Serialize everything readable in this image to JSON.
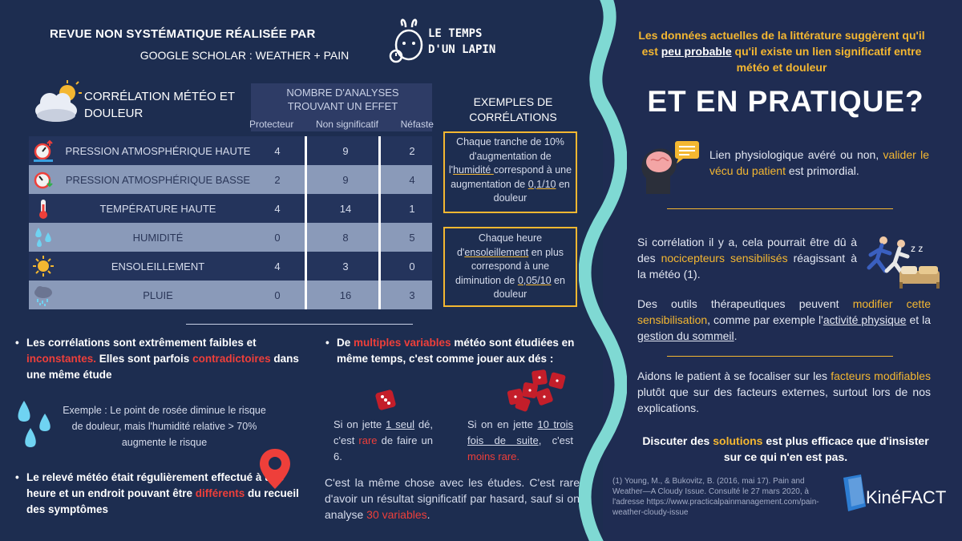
{
  "header": {
    "title": "REVUE NON SYSTÉMATIQUE RÉALISÉE PAR",
    "subtitle": "GOOGLE SCHOLAR : WEATHER + PAIN",
    "logo_line1": "LE TEMPS",
    "logo_line2": "D'UN LAPIN"
  },
  "table": {
    "title": "CORRÉLATION MÉTÉO ET DOULEUR",
    "group_header": "NOMBRE D'ANALYSES TROUVANT UN EFFET",
    "columns": [
      "Protecteur",
      "Non significatif",
      "Néfaste"
    ],
    "rows": [
      {
        "label": "PRESSION ATMOSPHÉRIQUE HAUTE",
        "protecteur": "4",
        "non_significatif": "9",
        "nefaste": "2"
      },
      {
        "label": "PRESSION ATMOSPHÉRIQUE BASSE",
        "protecteur": "2",
        "non_significatif": "9",
        "nefaste": "4"
      },
      {
        "label": "TEMPÉRATURE HAUTE",
        "protecteur": "4",
        "non_significatif": "14",
        "nefaste": "1"
      },
      {
        "label": "HUMIDITÉ",
        "protecteur": "0",
        "non_significatif": "8",
        "nefaste": "5"
      },
      {
        "label": "ENSOLEILLEMENT",
        "protecteur": "4",
        "non_significatif": "3",
        "nefaste": "0"
      },
      {
        "label": "PLUIE",
        "protecteur": "0",
        "non_significatif": "16",
        "nefaste": "3"
      }
    ]
  },
  "examples": {
    "title": "EXEMPLES DE CORRÉLATIONS",
    "box1": {
      "pre": "Chaque tranche de 10% d'augmentation de l'",
      "u1": "humidité ",
      "mid": "correspond à une augmentation de ",
      "u2": "0,1/10",
      "post": " en douleur"
    },
    "box2": {
      "pre": "Chaque heure d'",
      "u1": "ensoleillement",
      "mid": " en plus correspond à une diminution de ",
      "u2": "0,05/10",
      "post": " en douleur"
    }
  },
  "left_bullets": {
    "b1": {
      "p1": "Les corrélations sont extrêmement faibles et ",
      "r1": "inconstantes.",
      "p2": " Elles sont parfois ",
      "r2": "contradictoires",
      "p3": " dans une même étude"
    },
    "example": "Exemple : Le point de rosée diminue le risque de douleur, mais l'humidité relative > 70% augmente le risque",
    "b2": {
      "p1": "Le relevé météo était régulièrement effectué à une heure et un endroit pouvant être ",
      "r1": "différents",
      "p2": " du recueil des symptômes"
    }
  },
  "middle": {
    "b1": {
      "p1": "De ",
      "r1": "multiples variables",
      "p2": " météo sont étudiées en même temps, c'est comme jouer aux dés :"
    },
    "dice1": {
      "p1": "Si on jette ",
      "u1": "1 seul",
      "p2": " dé, c'est ",
      "r1": "rare",
      "p3": " de faire un 6."
    },
    "dice2": {
      "p1": "Si on en jette ",
      "u1": "10 trois fois de suite",
      "p2": ", c'est ",
      "r1": "moins rare."
    },
    "bottom": {
      "p1": "C'est la même chose avec les études. C'est rare d'avoir un résultat significatif par hasard, sauf si on analyse ",
      "r1": "30 variables",
      "p2": "."
    }
  },
  "right": {
    "intro": {
      "p1": "Les données actuelles de la littérature suggèrent qu'il est ",
      "u1": "peu probable",
      "p2": " qu'il existe un lien significatif entre météo et douleur"
    },
    "big_title": "ET EN PRATIQUE?",
    "p_brain": {
      "p1": "Lien physiologique avéré ou non, ",
      "y1": "valider le vécu du patient",
      "p2": " est primordial."
    },
    "p_noci": {
      "p1": "Si corrélation il y a, cela pourrait être dû à des ",
      "y1": "nocicepteurs sensibilisés",
      "p2": " réagissant à la météo (1)."
    },
    "p_outils": {
      "p1": "Des outils thérapeutiques peuvent ",
      "y1": "modifier cette sensibilisation",
      "p2": ", comme par exemple l'",
      "u1": "activité physique",
      "p3": " et la ",
      "u2": "gestion du sommeil",
      "p4": "."
    },
    "p_aidons": {
      "p1": "Aidons le patient à se focaliser sur les ",
      "y1": "facteurs modifiables",
      "p2": " plutôt que sur des facteurs externes, surtout lors de nos explications."
    },
    "p_bold": {
      "p1": "Discuter des ",
      "y1": "solutions",
      "p2": " est plus efficace que d'insister sur ce qui n'en est pas."
    },
    "reference": "(1) Young, M., & Bukovitz, B. (2016, mai 17). Pain and Weather—A Cloudy Issue. Consulté le 27 mars 2020, à l'adresse https://www.practicalpainmanagement.com/pain-weather-cloudy-issue",
    "kine_logo": "KinéFACT"
  },
  "colors": {
    "background": "#1d2d50",
    "accent_yellow": "#f4b731",
    "accent_red": "#ee3f3a",
    "wave": "#7fd9d3"
  }
}
